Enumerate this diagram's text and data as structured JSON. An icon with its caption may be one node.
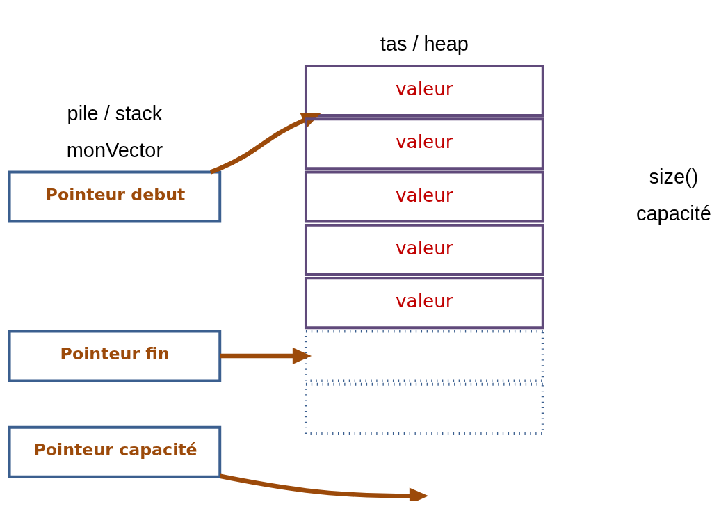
{
  "diagram": {
    "nodes": [
      {
        "text": [
          "Pointeur debut"
        ]
      },
      {
        "text": [
          "Pointeur fin"
        ]
      },
      {
        "text": [
          "Pointeur capacité"
        ]
      },
      {
        "text": [
          "valeur"
        ]
      },
      {
        "text": [
          "valeur"
        ]
      },
      {
        "text": [
          "valeur"
        ]
      },
      {
        "text": [
          "valeur"
        ]
      },
      {
        "text": [
          "valeur"
        ]
      },
      {
        "text": [],
        "shape": "box"
      },
      {
        "text": [],
        "shape": "box"
      }
    ],
    "edges": [
      {
        "from": 0,
        "to": 3,
        "arrow": "to"
      },
      {
        "from": 1,
        "to": 8,
        "arrow": "to"
      },
      {
        "from": 2,
        "to": null,
        "arrow": "to"
      }
    ],
    "labels": [
      "pile / stack",
      "monVector",
      "tas / heap",
      "size()",
      "capacité"
    ]
  }
}
